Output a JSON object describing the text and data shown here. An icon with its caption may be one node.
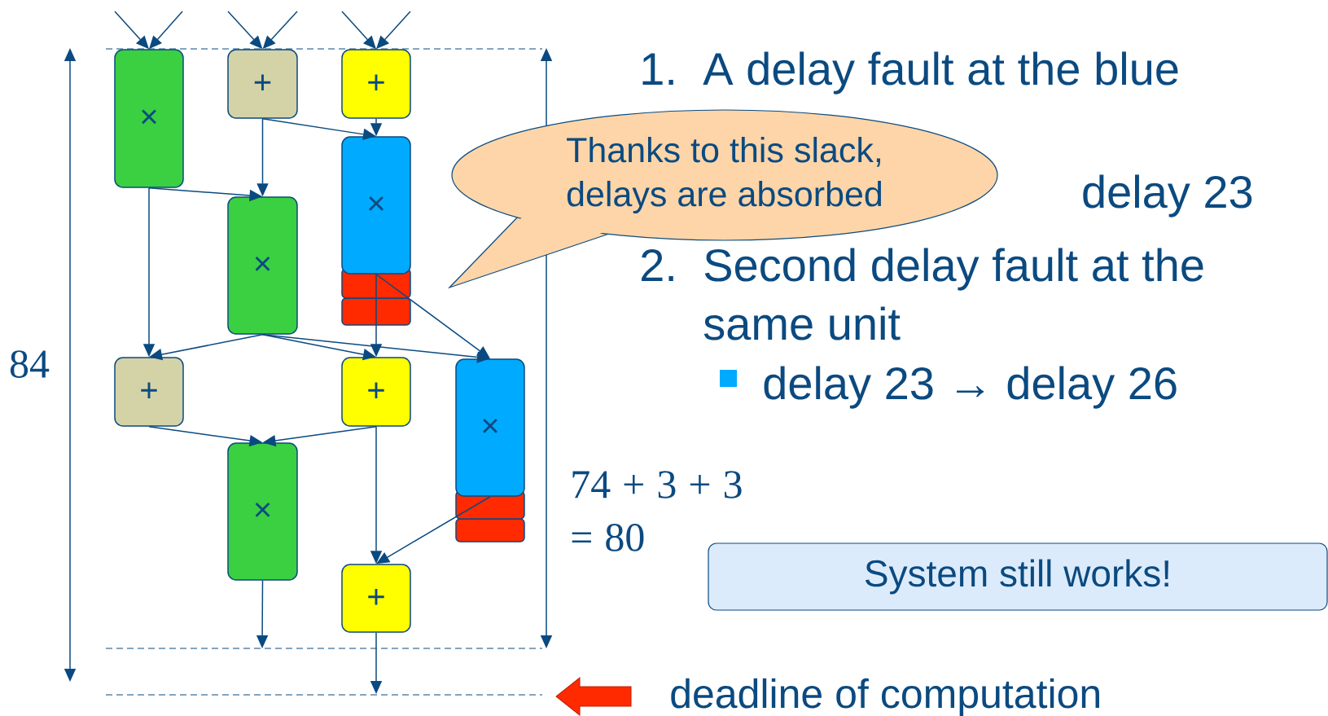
{
  "diagram": {
    "nodes": [
      {
        "text": [
          "×"
        ]
      },
      {
        "text": [
          "+"
        ]
      },
      {
        "text": [
          "+"
        ]
      },
      {
        "text": [
          "×"
        ]
      },
      {
        "text": [
          "×"
        ]
      },
      {
        "text": [
          "+"
        ]
      },
      {
        "text": [
          "+"
        ]
      },
      {
        "text": [
          "×"
        ]
      },
      {
        "text": [
          "×"
        ]
      },
      {
        "text": [
          "+"
        ]
      },
      {
        "text": [
          "Thanks to this slack, delays are absorbed"
        ]
      },
      {
        "text": [
          "System still works!"
        ]
      }
    ],
    "edges": [
      {
        "from": null,
        "to": 0,
        "arrow": "to"
      },
      {
        "from": null,
        "to": 0,
        "arrow": "to"
      },
      {
        "from": null,
        "to": 1,
        "arrow": "to"
      },
      {
        "from": null,
        "to": 1,
        "arrow": "to"
      },
      {
        "from": null,
        "to": 2,
        "arrow": "to"
      },
      {
        "from": null,
        "to": 2,
        "arrow": "to"
      },
      {
        "from": 1,
        "to": 4,
        "arrow": "to"
      },
      {
        "from": 1,
        "to": 3,
        "arrow": "to"
      },
      {
        "from": 2,
        "to": 3,
        "arrow": "to"
      },
      {
        "from": 0,
        "to": 4,
        "arrow": "to"
      },
      {
        "from": 0,
        "to": 5,
        "arrow": "to"
      },
      {
        "from": 4,
        "to": 5,
        "arrow": "to"
      },
      {
        "from": 4,
        "to": 6,
        "arrow": "to"
      },
      {
        "from": 4,
        "to": 7,
        "arrow": "to"
      },
      {
        "from": 3,
        "to": 6,
        "arrow": "to"
      },
      {
        "from": 3,
        "to": 7,
        "arrow": "to"
      },
      {
        "from": 5,
        "to": 8,
        "arrow": "to"
      },
      {
        "from": 6,
        "to": 8,
        "arrow": "to"
      },
      {
        "from": 6,
        "to": 9,
        "arrow": "to"
      },
      {
        "from": 7,
        "to": 9,
        "arrow": "to"
      },
      {
        "from": 8,
        "to": null,
        "arrow": "to"
      },
      {
        "from": 9,
        "to": null,
        "arrow": "to"
      }
    ],
    "labels": [
      "1.",
      "A delay fault at the blue",
      "delay 23",
      "2.",
      "Second delay fault at the same unit",
      "delay 23 → delay 26",
      "84",
      "74 + 3 + 3 = 80",
      "deadline of computation"
    ]
  }
}
